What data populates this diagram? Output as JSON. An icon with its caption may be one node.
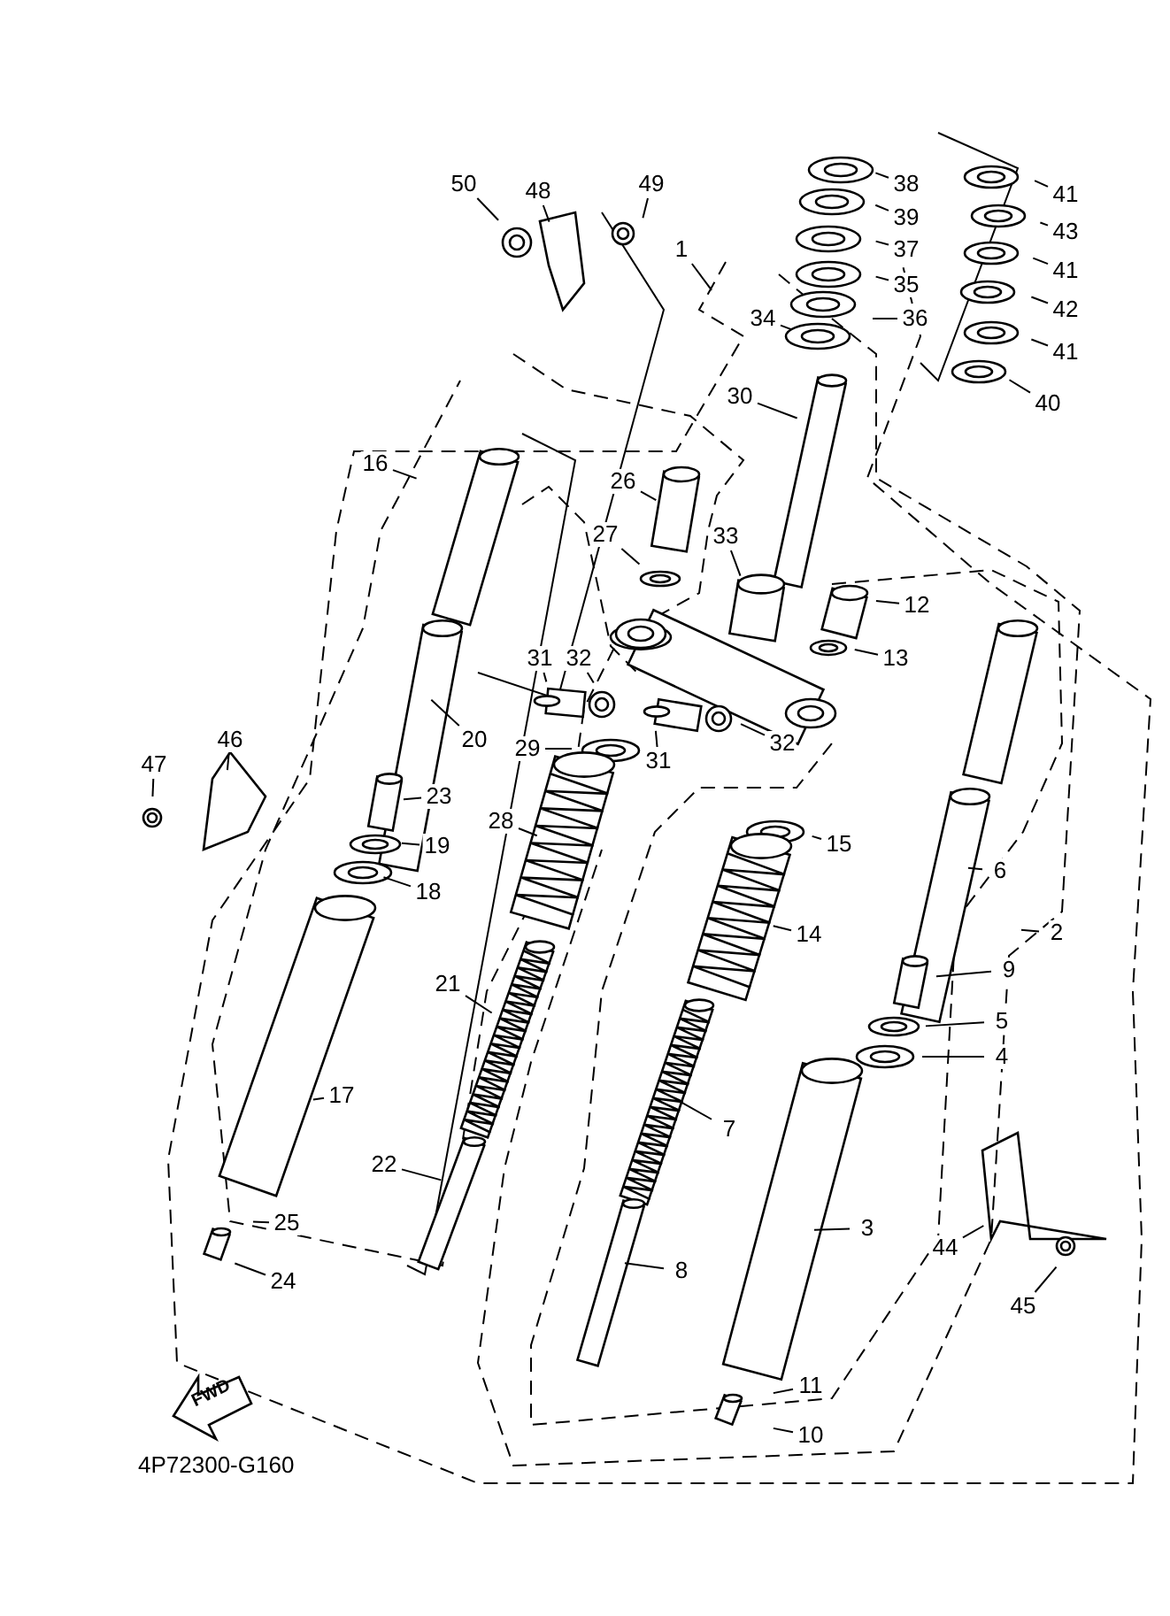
{
  "diagram": {
    "nodes": [
      {
        "text": [
          "38"
        ]
      },
      {
        "text": [
          "41"
        ]
      },
      {
        "text": [
          "49"
        ]
      },
      {
        "text": [
          "48"
        ]
      },
      {
        "text": [
          "50"
        ]
      },
      {
        "text": [
          "39"
        ]
      },
      {
        "text": [
          "43"
        ]
      },
      {
        "text": [
          "37"
        ]
      },
      {
        "text": [
          "1"
        ]
      },
      {
        "text": [
          "41"
        ]
      },
      {
        "text": [
          "35"
        ]
      },
      {
        "text": [
          "42"
        ]
      },
      {
        "text": [
          "36"
        ]
      },
      {
        "text": [
          "34"
        ]
      },
      {
        "text": [
          "41"
        ]
      },
      {
        "text": [
          "40"
        ]
      },
      {
        "text": [
          "30"
        ]
      },
      {
        "text": [
          "16"
        ]
      },
      {
        "text": [
          "26"
        ]
      },
      {
        "text": [
          "27"
        ]
      },
      {
        "text": [
          "33"
        ]
      },
      {
        "text": [
          "12"
        ]
      },
      {
        "text": [
          "13"
        ]
      },
      {
        "text": [
          "31"
        ]
      },
      {
        "text": [
          "32"
        ]
      },
      {
        "text": [
          "20"
        ]
      },
      {
        "text": [
          "29"
        ]
      },
      {
        "text": [
          "31"
        ]
      },
      {
        "text": [
          "32"
        ]
      },
      {
        "text": [
          "23"
        ]
      },
      {
        "text": [
          "19"
        ]
      },
      {
        "text": [
          "15"
        ]
      },
      {
        "text": [
          "46"
        ]
      },
      {
        "text": [
          "47"
        ]
      },
      {
        "text": [
          "18"
        ]
      },
      {
        "text": [
          "28"
        ]
      },
      {
        "text": [
          "6"
        ]
      },
      {
        "text": [
          "14"
        ]
      },
      {
        "text": [
          "2"
        ]
      },
      {
        "text": [
          "21"
        ]
      },
      {
        "text": [
          "9"
        ]
      },
      {
        "text": [
          "5"
        ]
      },
      {
        "text": [
          "4"
        ]
      },
      {
        "text": [
          "17"
        ]
      },
      {
        "text": [
          "7"
        ]
      },
      {
        "text": [
          "22"
        ]
      },
      {
        "text": [
          "3"
        ]
      },
      {
        "text": [
          "44"
        ]
      },
      {
        "text": [
          "25"
        ]
      },
      {
        "text": [
          "8"
        ]
      },
      {
        "text": [
          "24"
        ]
      },
      {
        "text": [
          "45"
        ]
      },
      {
        "text": [
          "11"
        ]
      },
      {
        "text": [
          "10"
        ]
      }
    ],
    "edges": [
      {
        "from": 0,
        "to": null,
        "arrow": "none"
      },
      {
        "from": 1,
        "to": null,
        "arrow": "none"
      },
      {
        "from": 2,
        "to": null,
        "arrow": "none"
      },
      {
        "from": 3,
        "to": null,
        "arrow": "none"
      },
      {
        "from": 4,
        "to": null,
        "arrow": "none"
      },
      {
        "from": 5,
        "to": null,
        "arrow": "none"
      },
      {
        "from": 6,
        "to": null,
        "arrow": "none"
      },
      {
        "from": 7,
        "to": null,
        "arrow": "none"
      },
      {
        "from": 8,
        "to": null,
        "arrow": "none"
      },
      {
        "from": 9,
        "to": null,
        "arrow": "none"
      },
      {
        "from": 10,
        "to": null,
        "arrow": "none"
      },
      {
        "from": 11,
        "to": null,
        "arrow": "none"
      },
      {
        "from": 12,
        "to": null,
        "arrow": "none"
      },
      {
        "from": 13,
        "to": null,
        "arrow": "none"
      },
      {
        "from": 14,
        "to": null,
        "arrow": "none"
      },
      {
        "from": 15,
        "to": null,
        "arrow": "none"
      },
      {
        "from": 16,
        "to": null,
        "arrow": "none"
      },
      {
        "from": 17,
        "to": null,
        "arrow": "none"
      },
      {
        "from": 18,
        "to": null,
        "arrow": "none"
      },
      {
        "from": 19,
        "to": null,
        "arrow": "none"
      },
      {
        "from": 20,
        "to": null,
        "arrow": "none"
      },
      {
        "from": 21,
        "to": null,
        "arrow": "none"
      },
      {
        "from": 22,
        "to": null,
        "arrow": "none"
      },
      {
        "from": 23,
        "to": null,
        "arrow": "none"
      },
      {
        "from": 24,
        "to": null,
        "arrow": "none"
      },
      {
        "from": 25,
        "to": null,
        "arrow": "none"
      },
      {
        "from": 26,
        "to": null,
        "arrow": "none"
      },
      {
        "from": 27,
        "to": null,
        "arrow": "none"
      },
      {
        "from": 28,
        "to": null,
        "arrow": "none"
      },
      {
        "from": 29,
        "to": null,
        "arrow": "none"
      },
      {
        "from": 30,
        "to": null,
        "arrow": "none"
      },
      {
        "from": 31,
        "to": null,
        "arrow": "none"
      },
      {
        "from": 32,
        "to": null,
        "arrow": "none"
      },
      {
        "from": 33,
        "to": null,
        "arrow": "none"
      },
      {
        "from": 34,
        "to": null,
        "arrow": "none"
      },
      {
        "from": 35,
        "to": null,
        "arrow": "none"
      },
      {
        "from": 36,
        "to": null,
        "arrow": "none"
      },
      {
        "from": 37,
        "to": null,
        "arrow": "none"
      },
      {
        "from": 38,
        "to": null,
        "arrow": "none"
      },
      {
        "from": 39,
        "to": null,
        "arrow": "none"
      },
      {
        "from": 40,
        "to": null,
        "arrow": "none"
      },
      {
        "from": 41,
        "to": null,
        "arrow": "none"
      },
      {
        "from": 42,
        "to": null,
        "arrow": "none"
      },
      {
        "from": 43,
        "to": null,
        "arrow": "none"
      },
      {
        "from": 44,
        "to": null,
        "arrow": "none"
      },
      {
        "from": 45,
        "to": null,
        "arrow": "none"
      },
      {
        "from": 46,
        "to": null,
        "arrow": "none"
      },
      {
        "from": 47,
        "to": null,
        "arrow": "none"
      },
      {
        "from": 48,
        "to": null,
        "arrow": "none"
      },
      {
        "from": 49,
        "to": null,
        "arrow": "none"
      },
      {
        "from": 50,
        "to": null,
        "arrow": "none"
      },
      {
        "from": 51,
        "to": null,
        "arrow": "none"
      },
      {
        "from": 52,
        "to": null,
        "arrow": "none"
      },
      {
        "from": 53,
        "to": null,
        "arrow": "none"
      }
    ],
    "labels": [
      "FWD",
      "4P72300-G160"
    ]
  }
}
